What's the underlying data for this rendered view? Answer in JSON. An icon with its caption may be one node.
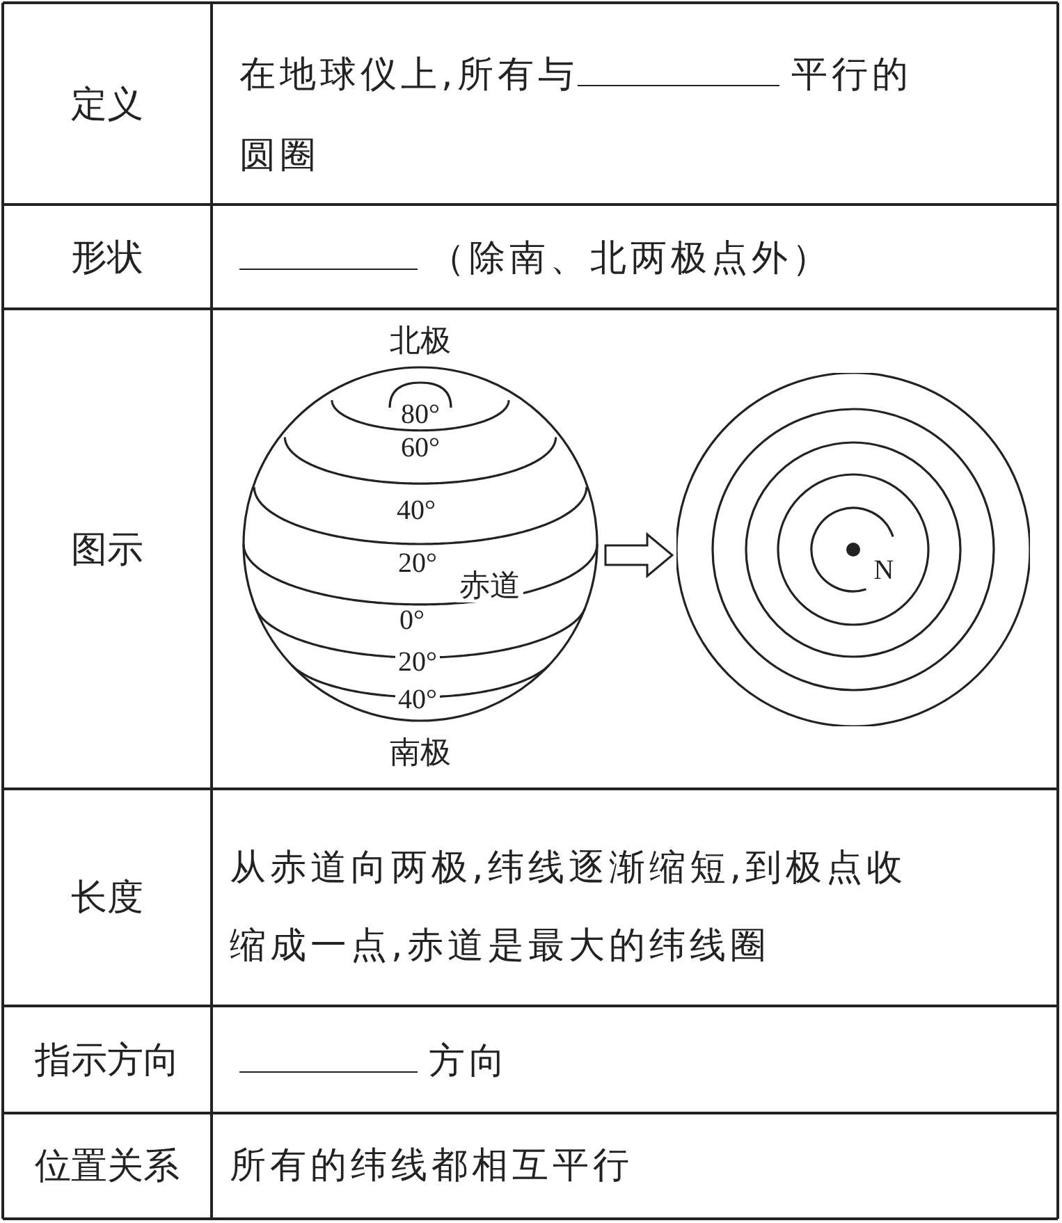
{
  "diagram": {
    "nodes": [
      {
        "text": [],
        "shape": "picture",
        "beside": [
          "北极",
          "南极"
        ]
      },
      {
        "text": [],
        "shape": "picture"
      }
    ],
    "edges": [
      {
        "from": 0,
        "to": 1,
        "arrow": "to"
      }
    ],
    "labels": [
      "定义",
      "在地球仪上,所有与",
      "平行的圆圈",
      "形状",
      "（除南、北两极点外）",
      "图示",
      "80°",
      "60°",
      "40°",
      "20°",
      "赤道",
      "0°",
      "20°",
      "40°",
      "N",
      "长度",
      "从赤道向两极,纬线逐渐缩短,到极点收缩成一点,赤道是最大的纬线圈",
      "指示方向",
      "方向",
      "位置关系",
      "所有的纬线都相互平行"
    ]
  }
}
